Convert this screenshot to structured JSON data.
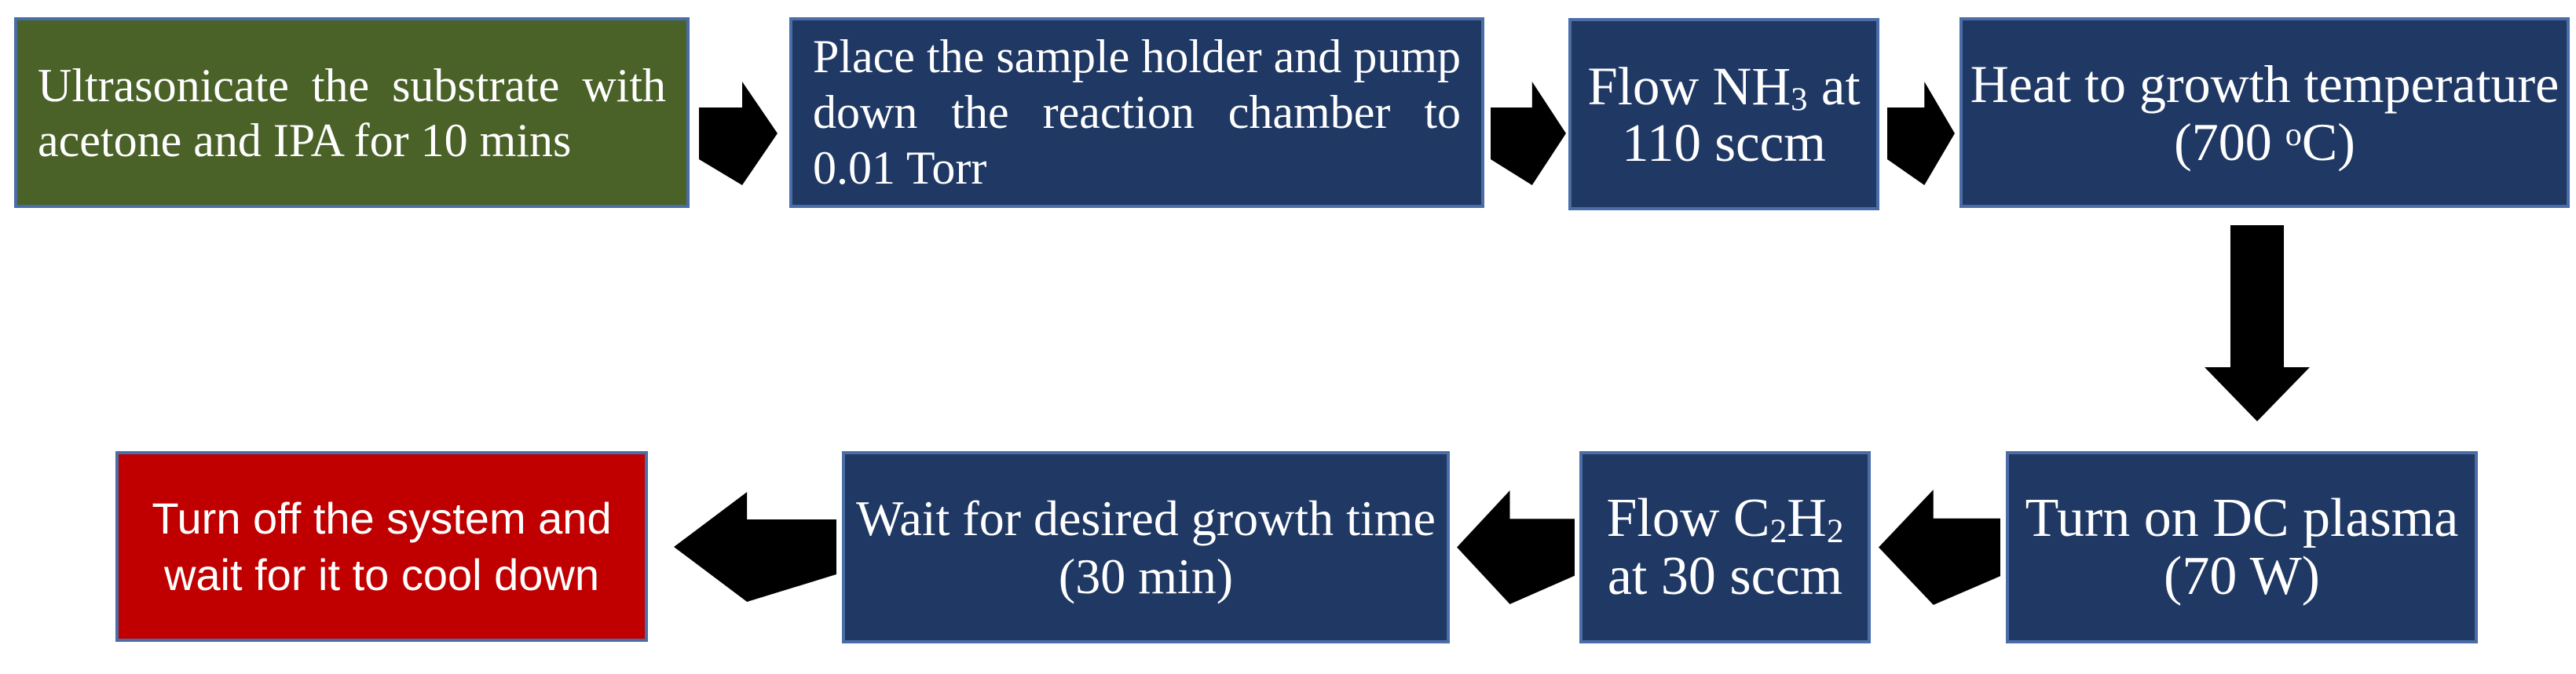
{
  "diagram": {
    "type": "flowchart",
    "background": "#ffffff",
    "colors": {
      "box_blue": "#1f3864",
      "box_green": "#4a6128",
      "box_red": "#c00000",
      "box_border": "#4a6da7",
      "arrow_black": "#000000",
      "text_white": "#ffffff"
    },
    "steps": [
      {
        "name": "clean-substrate",
        "color": "green",
        "text": "Ultrasonicate the substrate with acetone and IPA for 10 mins"
      },
      {
        "name": "pump-down",
        "color": "blue",
        "text": "Place the sample holder and pump down the reaction chamber to 0.01 Torr"
      },
      {
        "name": "flow-nh3",
        "color": "blue",
        "lines": [
          [
            {
              "t": "Flow NH"
            },
            {
              "t": "3",
              "v": "sub"
            },
            {
              "t": " at"
            }
          ],
          [
            {
              "t": "110 sccm"
            }
          ]
        ]
      },
      {
        "name": "heat-to-growth-temperature",
        "color": "blue",
        "lines": [
          [
            {
              "t": "Heat to growth temperature"
            }
          ],
          [
            {
              "t": "(700 "
            },
            {
              "t": "o",
              "v": "sup"
            },
            {
              "t": "C)"
            }
          ]
        ]
      },
      {
        "name": "turn-on-dc-plasma",
        "color": "blue",
        "lines": [
          [
            {
              "t": "Turn on DC plasma"
            }
          ],
          [
            {
              "t": "(70 W)"
            }
          ]
        ]
      },
      {
        "name": "flow-c2h2",
        "color": "blue",
        "lines": [
          [
            {
              "t": "Flow C"
            },
            {
              "t": "2",
              "v": "sub"
            },
            {
              "t": "H"
            },
            {
              "t": "2",
              "v": "sub"
            }
          ],
          [
            {
              "t": "at 30 sccm"
            }
          ]
        ]
      },
      {
        "name": "wait-growth-time",
        "color": "blue",
        "lines": [
          [
            {
              "t": "Wait for desired growth time"
            }
          ],
          [
            {
              "t": "(30 min)"
            }
          ]
        ]
      },
      {
        "name": "cool-down",
        "color": "red",
        "lines": [
          [
            {
              "t": "Turn off the system and"
            }
          ],
          [
            {
              "t": "wait for it to cool down"
            }
          ]
        ]
      }
    ],
    "connections": [
      {
        "from": "clean-substrate",
        "to": "pump-down",
        "direction": "right"
      },
      {
        "from": "pump-down",
        "to": "flow-nh3",
        "direction": "right"
      },
      {
        "from": "flow-nh3",
        "to": "heat-to-growth-temperature",
        "direction": "right"
      },
      {
        "from": "heat-to-growth-temperature",
        "to": "turn-on-dc-plasma",
        "direction": "down"
      },
      {
        "from": "turn-on-dc-plasma",
        "to": "flow-c2h2",
        "direction": "left"
      },
      {
        "from": "flow-c2h2",
        "to": "wait-growth-time",
        "direction": "left"
      },
      {
        "from": "wait-growth-time",
        "to": "cool-down",
        "direction": "left"
      }
    ]
  }
}
